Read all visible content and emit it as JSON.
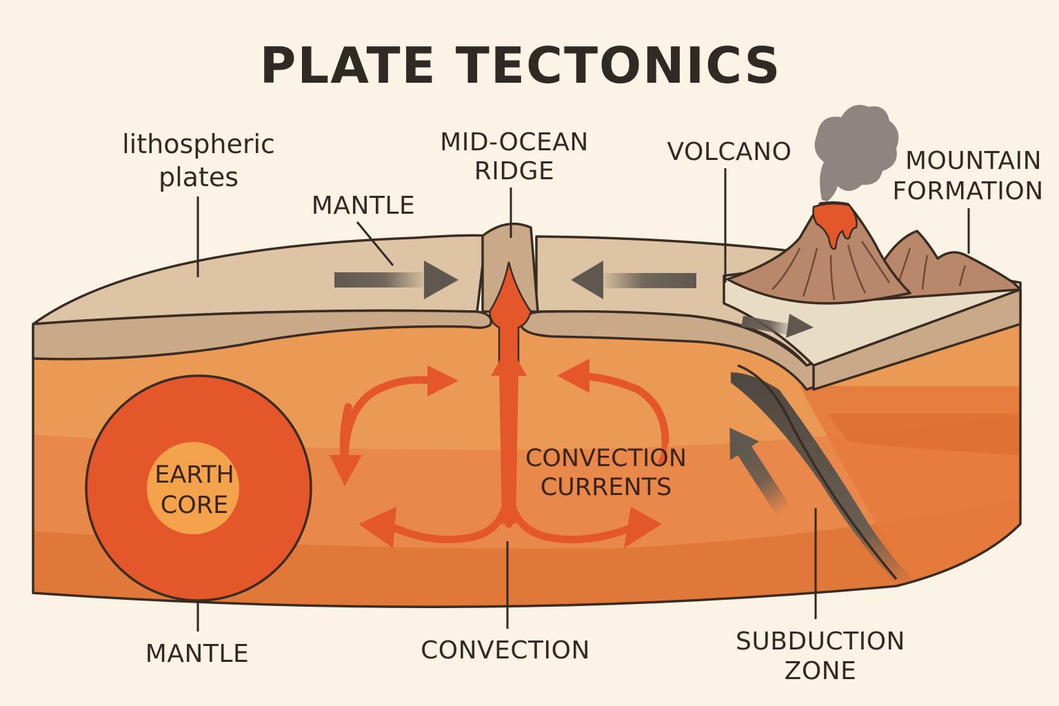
{
  "title": "PLATE TECTONICS",
  "labels": {
    "lithospheric_plates": [
      "lithospheric",
      "plates"
    ],
    "mantle_top": "MANTLE",
    "mid_ocean_ridge": [
      "MID-OCEAN",
      "RIDGE"
    ],
    "volcano": "VOLCANO",
    "mountain_formation": [
      "MOUNTAIN",
      "FORMATION"
    ],
    "earth_core": [
      "EARTH",
      "CORE"
    ],
    "convection_currents": [
      "CONVECTION",
      "CURRENTS"
    ],
    "mantle_bottom": "MANTLE",
    "convection": "CONVECTION",
    "subduction_zone": [
      "SUBDUCTION",
      "ZONE"
    ]
  },
  "colors": {
    "background": "#fbf3e6",
    "crust_top": "#dcc4a4",
    "crust_side": "#c9a987",
    "mantle_upper": "#eb9a55",
    "mantle_lower": "#e0783a",
    "magma": "#e4572a",
    "core_outer": "#e4572a",
    "core_inner": "#f4a24c",
    "arrow_gray": "#5f584f",
    "volcano_brown": "#b9876a",
    "smoke": "#8d8580"
  }
}
